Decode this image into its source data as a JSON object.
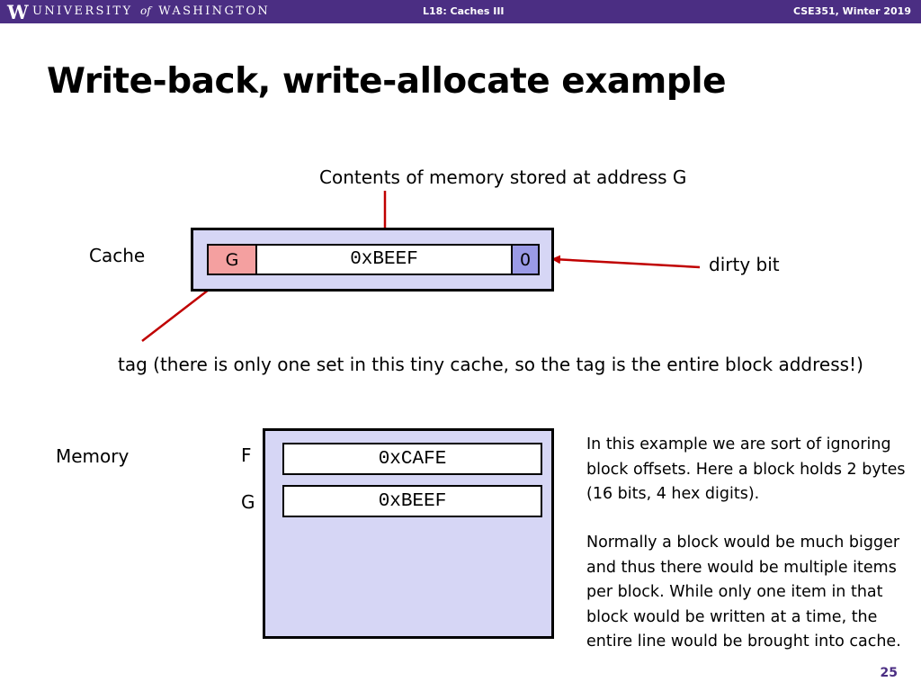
{
  "header": {
    "logo_letter": "W",
    "university_part1": "UNIVERSITY",
    "university_of": "of",
    "university_part2": "WASHINGTON",
    "lecture": "L18: Caches III",
    "course": "CSE351, Winter 2019"
  },
  "slide": {
    "title": "Write-back, write-allocate example",
    "page_number": "25"
  },
  "diagram": {
    "contents_label": "Contents of memory stored at address G",
    "cache_label": "Cache",
    "cache_tag": "G",
    "cache_data": "0xBEEF",
    "cache_dirty": "0",
    "dirty_label": "dirty bit",
    "tag_label": "tag (there is only one set in this tiny cache, so the tag is the entire block address!)",
    "memory_label": "Memory",
    "memory_rows": [
      {
        "address": "F",
        "value": "0xCAFE"
      },
      {
        "address": "G",
        "value": "0xBEEF"
      }
    ],
    "colors": {
      "header": "#4b2e83",
      "box_fill": "#d6d6f5",
      "tag_fill": "#f4a0a0",
      "dirty_fill": "#9a9ae6",
      "arrow": "#c00000"
    }
  },
  "notes": {
    "para1": "In this example we are sort of ignoring block offsets. Here a block holds 2 bytes (16 bits, 4 hex digits).",
    "para2": "Normally a block would be much bigger and thus there would be multiple items per block.  While only one item in that block would be written at a time, the entire line would be brought into cache."
  }
}
